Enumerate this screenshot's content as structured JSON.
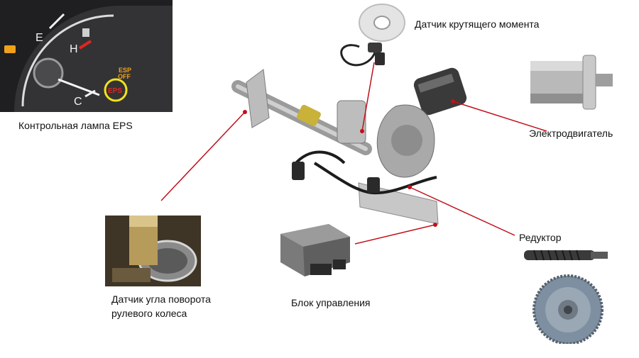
{
  "labels": {
    "eps_lamp": "Контрольная лампа EPS",
    "torque_sensor": "Датчик крутящего момента",
    "motor": "Электродвигатель",
    "gearbox": "Редуктор",
    "control_unit": "Блок управления",
    "angle_sensor_line1": "Датчик угла поворота",
    "angle_sensor_line2": "рулевого колеса"
  },
  "gauge": {
    "mark_e": "E",
    "mark_h": "H",
    "mark_c": "C",
    "esp_off_line1": "ESP",
    "esp_off_line2": "OFF",
    "eps_badge": "EPS"
  },
  "colors": {
    "leader_line": "#c0101a",
    "eps_ring": "#f2e21a",
    "eps_text": "#e0261d",
    "esp_text": "#f0a21a",
    "gauge_bg": "#2b2b2d"
  }
}
